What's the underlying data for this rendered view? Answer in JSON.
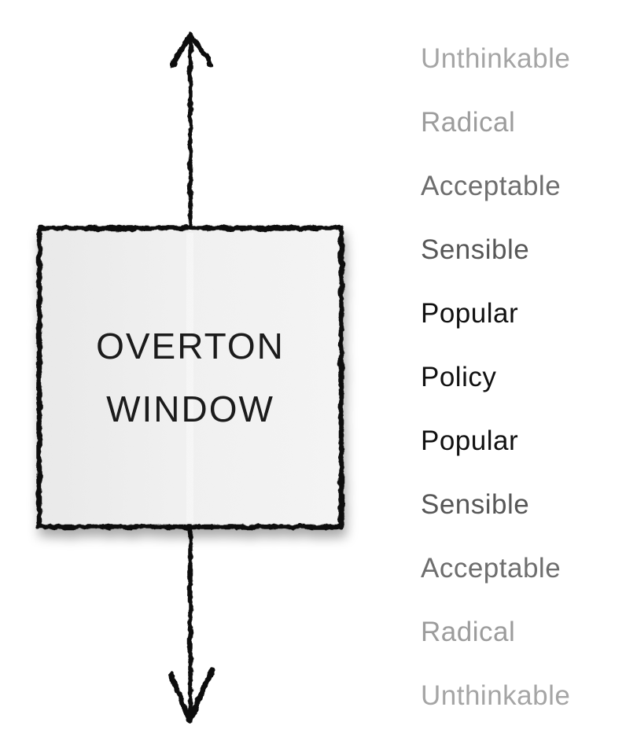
{
  "window_box": {
    "line1": "OVERTON",
    "line2": "WINDOW"
  },
  "axis": {
    "orientation": "vertical",
    "top_arrow": "up-arrow",
    "bottom_arrow": "down-arrow"
  },
  "scale_labels": [
    {
      "text": "Unthinkable",
      "color": "#a5a5a5"
    },
    {
      "text": "Radical",
      "color": "#9c9c9c"
    },
    {
      "text": "Acceptable",
      "color": "#6e6e6e"
    },
    {
      "text": "Sensible",
      "color": "#575757"
    },
    {
      "text": "Popular",
      "color": "#111111"
    },
    {
      "text": "Policy",
      "color": "#111111"
    },
    {
      "text": "Popular",
      "color": "#111111"
    },
    {
      "text": "Sensible",
      "color": "#575757"
    },
    {
      "text": "Acceptable",
      "color": "#6e6e6e"
    },
    {
      "text": "Radical",
      "color": "#9c9c9c"
    },
    {
      "text": "Unthinkable",
      "color": "#a5a5a5"
    }
  ],
  "colors": {
    "background": "#ffffff",
    "stroke": "#111111",
    "box_fill_dark": "#eaeaea",
    "box_fill_light": "#f4f4f4",
    "title_text": "#1b1b1b"
  }
}
